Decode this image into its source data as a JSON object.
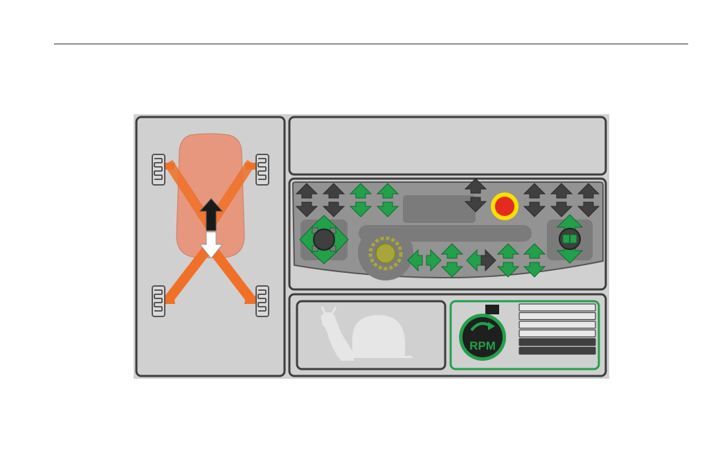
{
  "colors": {
    "frame_bg": "#d0d0d0",
    "panel_border": "#3d3d3d",
    "machine_body": "#e8957a",
    "track_orange": "#f07028",
    "active_green": "#22a04a",
    "inactive_dark": "#404040",
    "stop_red": "#e52a21",
    "stop_ring": "#ffe000",
    "knob_olive": "#a8a63a",
    "snail_gray": "#e6e6e6"
  },
  "machine_view": {
    "direction": "forward-reverse"
  },
  "control_panel": {
    "top_row": [
      {
        "icon": "double-arrow-vertical-icon",
        "state": "inactive"
      },
      {
        "icon": "double-arrow-vertical-icon",
        "state": "inactive"
      },
      {
        "icon": "double-arrow-vertical-icon",
        "state": "active"
      },
      {
        "icon": "double-arrow-vertical-icon",
        "state": "active"
      }
    ],
    "stop_button": {
      "state": "off"
    },
    "right_row": [
      {
        "icon": "double-arrow-vertical-icon",
        "state": "inactive"
      },
      {
        "icon": "double-arrow-vertical-icon",
        "state": "inactive"
      },
      {
        "icon": "double-arrow-vertical-icon",
        "state": "inactive"
      }
    ],
    "bottom_row": [
      {
        "icon": "double-arrow-horizontal-icon",
        "state": "active"
      },
      {
        "icon": "double-arrow-vertical-icon",
        "state": "active"
      },
      {
        "icon": "double-arrow-horizontal-icon",
        "state": "partial"
      },
      {
        "icon": "double-arrow-vertical-icon",
        "state": "active"
      },
      {
        "icon": "double-arrow-vertical-icon",
        "state": "active"
      }
    ]
  },
  "speed_mode": {
    "icon": "snail-icon",
    "state": "inactive"
  },
  "rpm_panel": {
    "label": "RPM",
    "levels_total": 6,
    "levels_filled": 2
  }
}
